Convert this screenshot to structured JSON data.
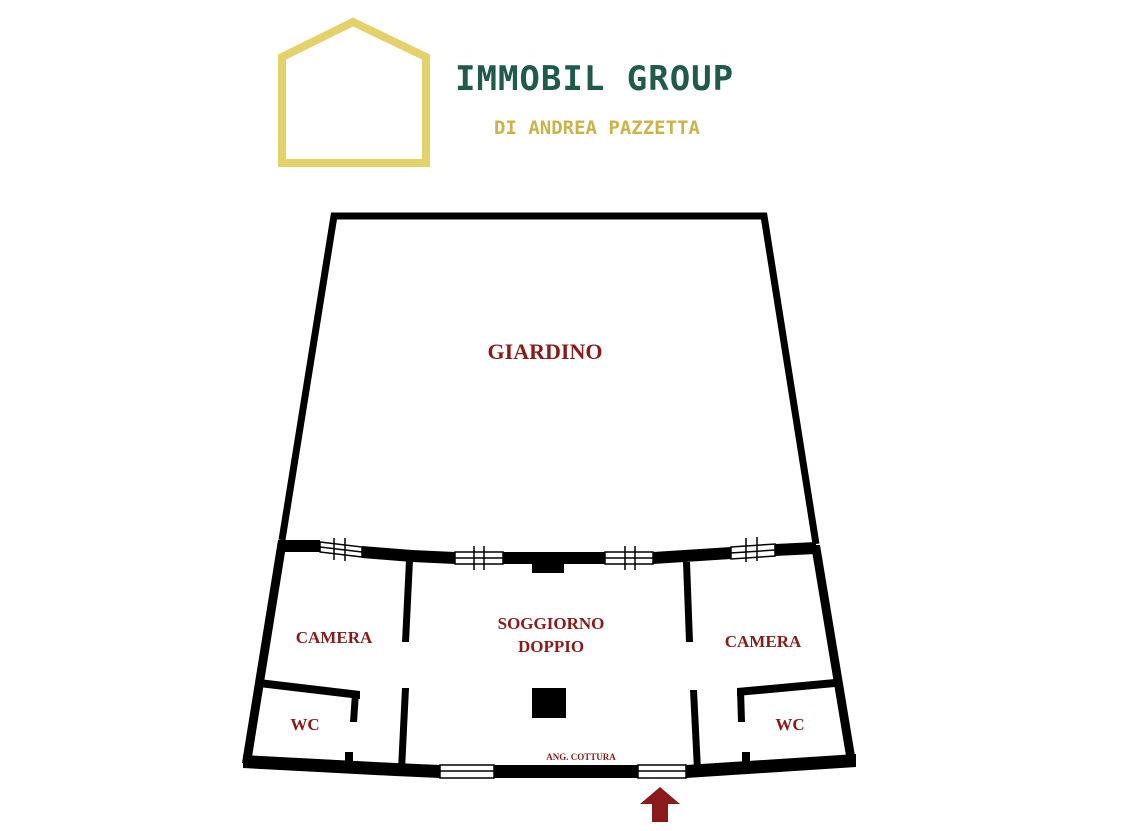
{
  "brand": {
    "name": "IMMOBIL GROUP",
    "tagline": "DI ANDREA PAZZETTA",
    "colors": {
      "name": "#1f5a4a",
      "accent": "#e5d16a"
    }
  },
  "rooms": {
    "garden": "GIARDINO",
    "living_line1": "SOGGIORNO",
    "living_line2": "DOPPIO",
    "bedroom_left": "CAMERA",
    "bedroom_right": "CAMERA",
    "wc_left": "WC",
    "wc_right": "WC",
    "kitchenette": "ANG. COTTURA"
  },
  "colors": {
    "walls": "#000000",
    "labels": "#8b1a1a",
    "entrance_arrow": "#8b1a1a"
  },
  "icons": {
    "entrance": "arrow-up-icon",
    "logo": "house-outline-icon"
  }
}
